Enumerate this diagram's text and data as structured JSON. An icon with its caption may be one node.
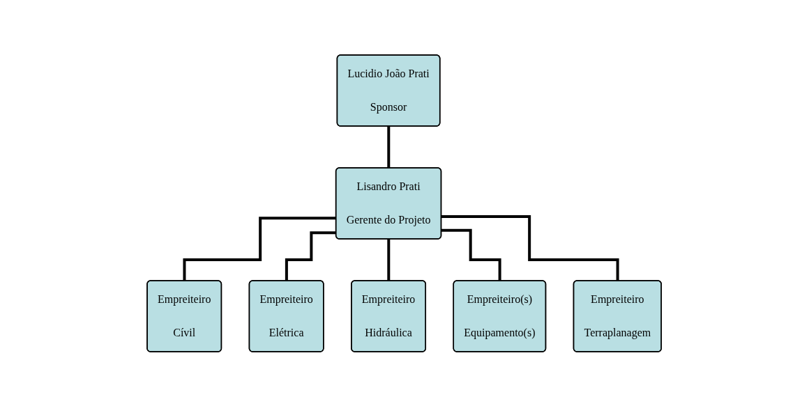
{
  "diagram": {
    "nodes": [
      {
        "text": [
          "Lucidio João Prati",
          "Sponsor"
        ]
      },
      {
        "text": [
          "Lisandro Prati",
          "Gerente do Projeto"
        ]
      },
      {
        "text": [
          "Empreiteiro",
          "Cívil"
        ]
      },
      {
        "text": [
          "Empreiteiro",
          "Elétrica"
        ]
      },
      {
        "text": [
          "Empreiteiro",
          "Hidráulica"
        ]
      },
      {
        "text": [
          "Empreiteiro(s)",
          "Equipamento(s)"
        ]
      },
      {
        "text": [
          "Empreiteiro",
          "Terraplanagem"
        ]
      }
    ],
    "edges": [
      {
        "from": 0,
        "to": 1,
        "arrow": "none"
      },
      {
        "from": 1,
        "to": 2,
        "arrow": "none"
      },
      {
        "from": 1,
        "to": 3,
        "arrow": "none"
      },
      {
        "from": 1,
        "to": 4,
        "arrow": "none"
      },
      {
        "from": 1,
        "to": 5,
        "arrow": "none"
      },
      {
        "from": 1,
        "to": 6,
        "arrow": "none"
      }
    ]
  }
}
